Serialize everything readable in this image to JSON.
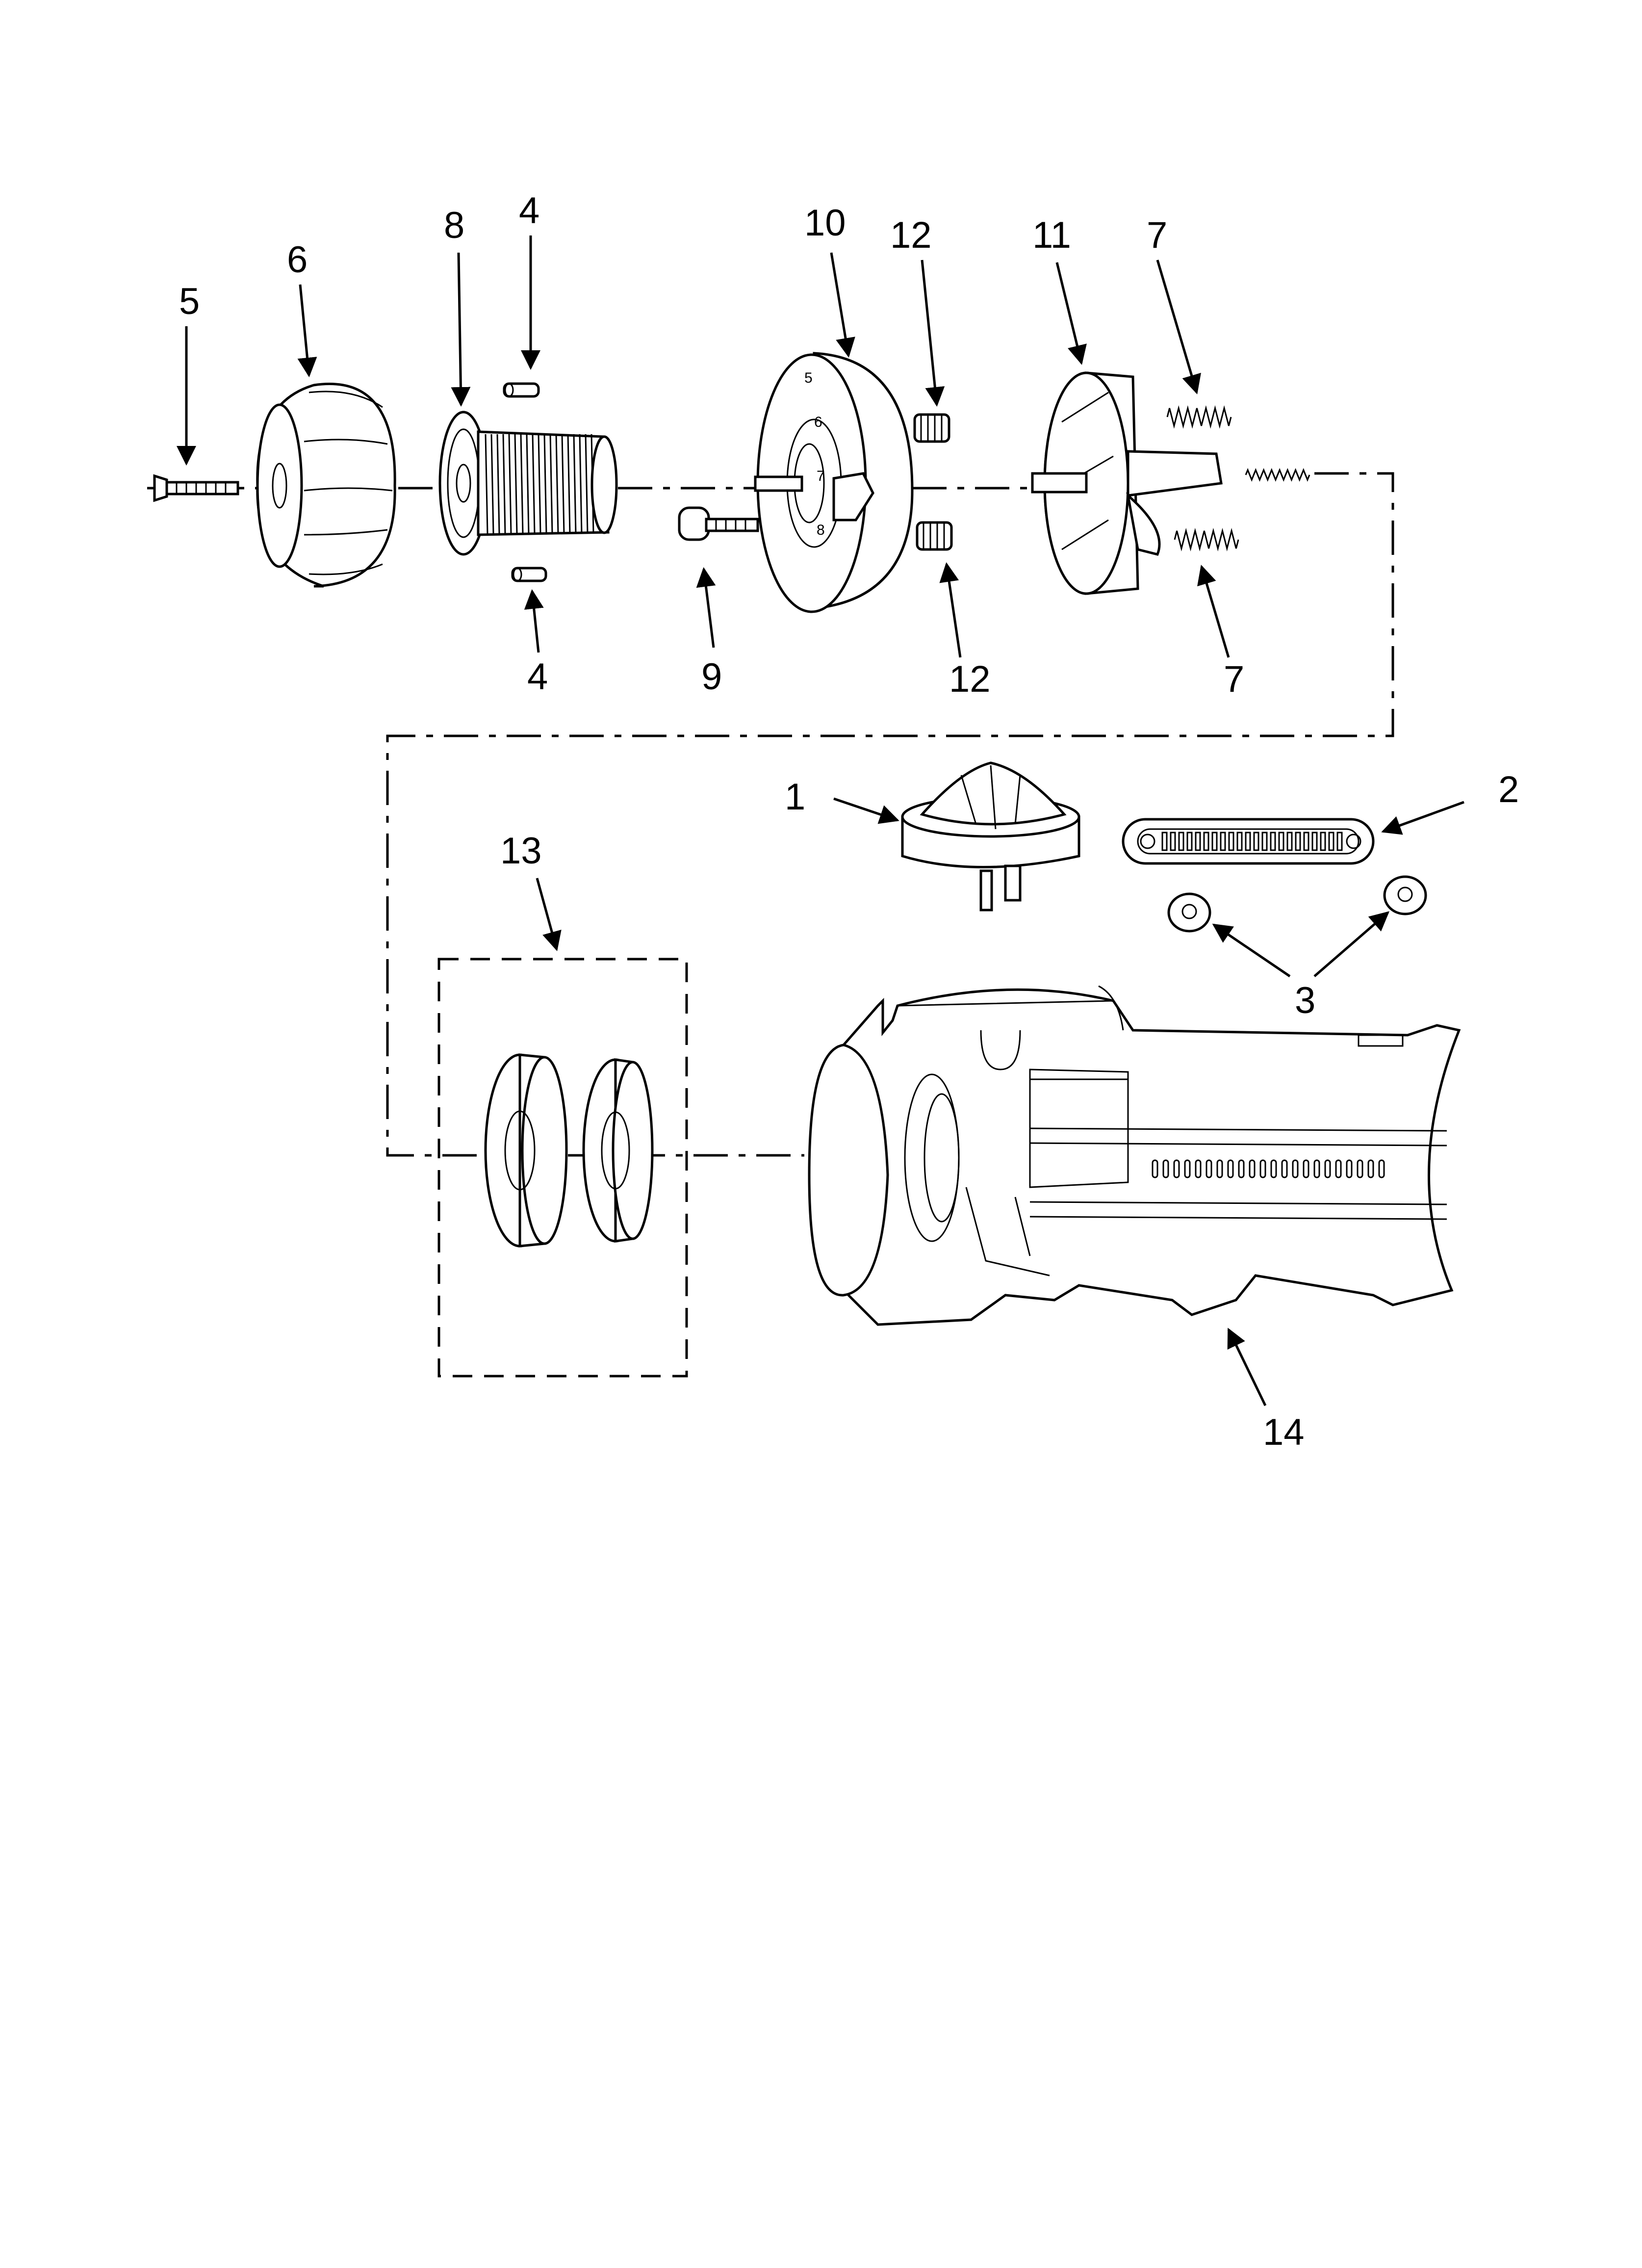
{
  "callouts": [
    {
      "id": "c1",
      "label": "1"
    },
    {
      "id": "c2",
      "label": "2"
    },
    {
      "id": "c3",
      "label": "3"
    },
    {
      "id": "c4a",
      "label": "4"
    },
    {
      "id": "c4b",
      "label": "4"
    },
    {
      "id": "c5",
      "label": "5"
    },
    {
      "id": "c6",
      "label": "6"
    },
    {
      "id": "c7a",
      "label": "7"
    },
    {
      "id": "c7b",
      "label": "7"
    },
    {
      "id": "c8",
      "label": "8"
    },
    {
      "id": "c9",
      "label": "9"
    },
    {
      "id": "c10",
      "label": "10"
    },
    {
      "id": "c11",
      "label": "11"
    },
    {
      "id": "c12a",
      "label": "12"
    },
    {
      "id": "c12b",
      "label": "12"
    },
    {
      "id": "c13",
      "label": "13"
    },
    {
      "id": "c14",
      "label": "14"
    }
  ],
  "dial_marks": [
    "5",
    "6",
    "7",
    "8"
  ]
}
